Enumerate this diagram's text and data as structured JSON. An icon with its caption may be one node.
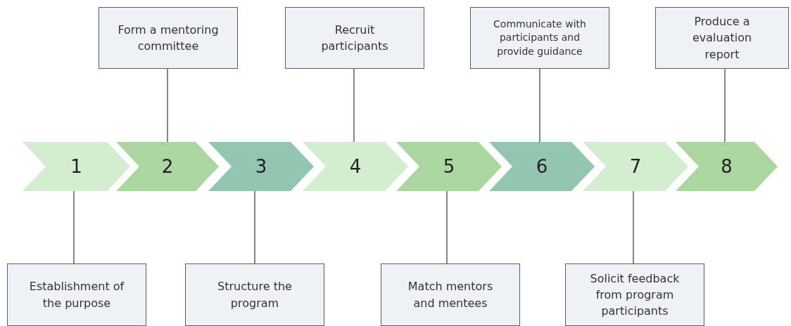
{
  "diagram": {
    "nodes": [
      {
        "text": [
          "Form a mentoring committee"
        ]
      },
      {
        "text": [
          "Recruit participants"
        ]
      },
      {
        "text": [
          "Communicate with participants and provide guidance"
        ]
      },
      {
        "text": [
          "Produce a evaluation report"
        ]
      },
      {
        "text": [
          "1"
        ]
      },
      {
        "text": [
          "2"
        ]
      },
      {
        "text": [
          "3"
        ]
      },
      {
        "text": [
          "4"
        ]
      },
      {
        "text": [
          "5"
        ]
      },
      {
        "text": [
          "6"
        ]
      },
      {
        "text": [
          "7"
        ]
      },
      {
        "text": [
          "8"
        ]
      },
      {
        "text": [
          "Establishment of the purpose"
        ]
      },
      {
        "text": [
          "Structure the program"
        ]
      },
      {
        "text": [
          "Match mentors and mentees"
        ]
      },
      {
        "text": [
          "Solicit feedback from program participants"
        ]
      }
    ],
    "edges": [
      {
        "from": 0,
        "to": 5,
        "arrow": "none"
      },
      {
        "from": 1,
        "to": 7,
        "arrow": "none"
      },
      {
        "from": 2,
        "to": 9,
        "arrow": "none"
      },
      {
        "from": 3,
        "to": 11,
        "arrow": "none"
      },
      {
        "from": 12,
        "to": 4,
        "arrow": "none"
      },
      {
        "from": 13,
        "to": 6,
        "arrow": "none"
      },
      {
        "from": 14,
        "to": 8,
        "arrow": "none"
      },
      {
        "from": 15,
        "to": 10,
        "arrow": "none"
      }
    ]
  }
}
